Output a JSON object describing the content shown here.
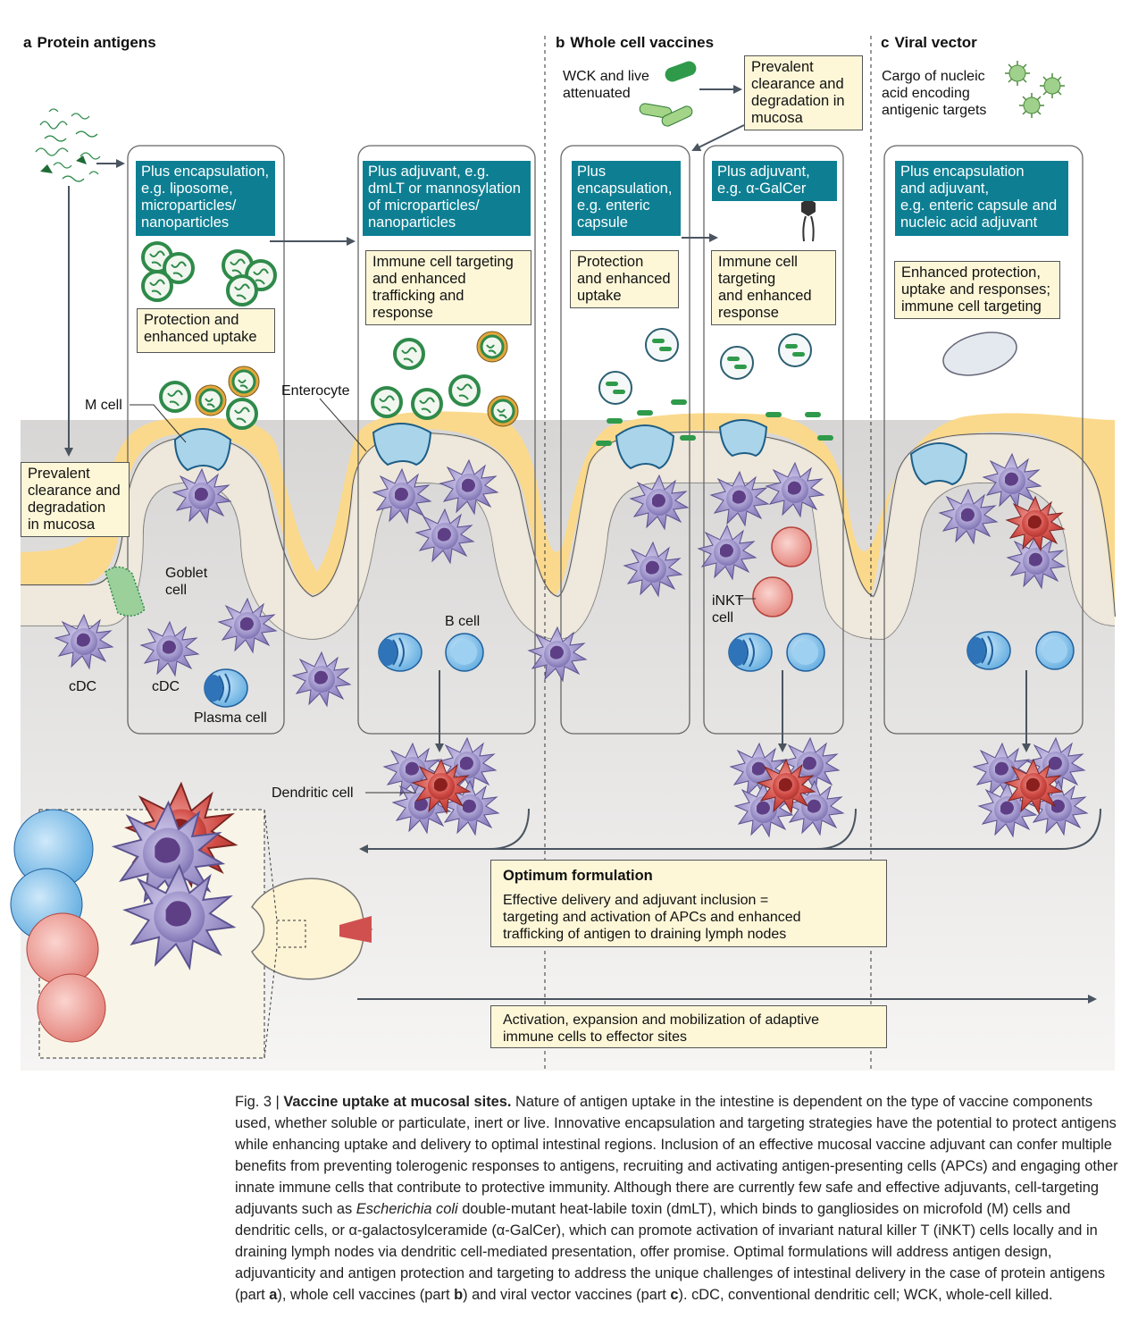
{
  "panels": {
    "a": {
      "letter": "a",
      "title": "Protein antigens"
    },
    "b": {
      "letter": "b",
      "title": "Whole cell vaccines"
    },
    "c": {
      "letter": "c",
      "title": "Viral vector"
    }
  },
  "boxes": {
    "a_encap": "Plus encapsulation,\ne.g. liposome,\nmicroparticles/\nnanoparticles",
    "a_adjuvant": "Plus adjuvant, e.g.\ndmLT or mannosylation\nof microparticles/\nnanoparticles",
    "a_protection": "Protection and\nenhanced uptake",
    "a_targeting": "Immune cell targeting\nand enhanced\ntrafficking and\nresponse",
    "a_clearance": "Prevalent\nclearance and\ndegradation\nin mucosa",
    "b_clearance": "Prevalent\nclearance and\ndegradation in\nmucosa",
    "b_encap": "Plus\nencapsulation,\ne.g. enteric\ncapsule",
    "b_adjuvant": "Plus adjuvant,\ne.g. α-GalCer",
    "b_protection": "Protection\nand enhanced\nuptake",
    "b_targeting": "Immune cell\ntargeting\nand enhanced\nresponse",
    "c_encap": "Plus encapsulation\nand adjuvant,\ne.g. enteric capsule and\nnucleic acid adjuvant",
    "c_enhanced": "Enhanced protection,\nuptake and responses;\nimmune cell targeting"
  },
  "labels": {
    "wck": "WCK and live\nattenuated",
    "cargo": "Cargo of nucleic\nacid encoding\nantigenic targets",
    "m_cell": "M cell",
    "enterocyte": "Enterocyte",
    "goblet": "Goblet\ncell",
    "cdc1": "cDC",
    "cdc2": "cDC",
    "plasma": "Plasma cell",
    "bcell": "B cell",
    "inkt": "iNKT\ncell",
    "dendritic": "Dendritic cell"
  },
  "optimum": {
    "heading": "Optimum formulation",
    "body": "Effective delivery and adjuvant inclusion =\ntargeting and activation of APCs and enhanced\ntrafficking of antigen to draining lymph nodes"
  },
  "activation": "Activation, expansion and mobilization of adaptive\nimmune cells to effector sites",
  "caption": {
    "fig": "Fig. 3 | ",
    "title": "Vaccine uptake at mucosal sites.",
    "t1": " Nature of antigen uptake in the intestine is dependent on the type of vaccine components used, whether soluble or particulate, inert or live. Innovative encapsulation and targeting strategies have the potential to protect antigens while enhancing uptake and delivery to optimal intestinal regions. Inclusion of an effective mucosal vaccine adjuvant can confer multiple benefits from preventing tolerogenic responses to antigens, recruiting and activating antigen-presenting cells (APCs) and engaging other innate immune cells that contribute to protective immunity. Although there are currently few safe and effective adjuvants, cell-targeting adjuvants such as ",
    "ital": "Escherichia coli",
    "t2": " double-mutant heat-labile toxin (dmLT), which binds to gangliosides on microfold (M) cells and dendritic cells, or α-galactosylceramide (α-GalCer), which can promote activation of invariant natural killer T (iNKT) cells locally and in draining lymph nodes via dendritic cell-mediated presentation, offer promise. Optimal formulations will address antigen design, adjuvanticity and antigen protection and targeting to address the unique challenges of intestinal delivery in the case of protein antigens (part ",
    "pa": "a",
    "t3": "), whole cell vaccines (part ",
    "pb": "b",
    "t4": ") and viral vector vaccines (part ",
    "pc": "c",
    "t5": "). cDC, conventional dendritic cell; WCK, whole-cell killed."
  },
  "colors": {
    "teal": "#0e7f93",
    "cream": "#fdf7d8",
    "mucus": "#fbd98c",
    "tissue": "#dcdcdc",
    "cell_purple": "#8f84be",
    "cell_red": "#cf4a44",
    "bcell_blue": "#3a86c8",
    "bacteria_green": "#2f9a4a",
    "m_cell": "#a9d4ea"
  }
}
